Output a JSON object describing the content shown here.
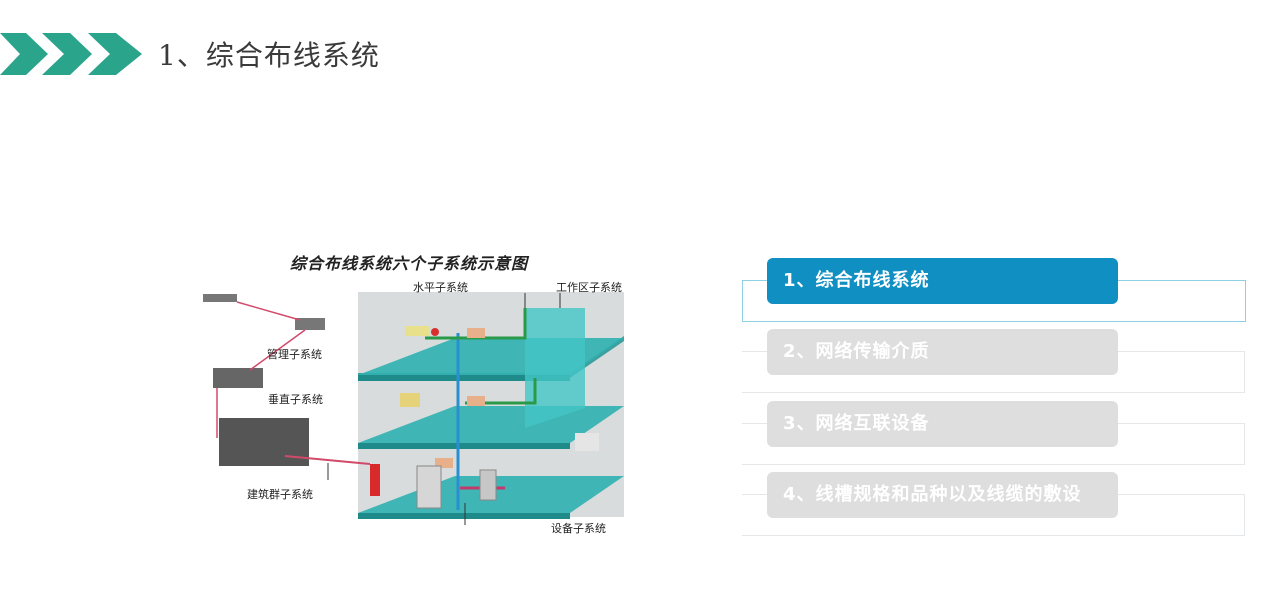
{
  "header": {
    "title": "1、综合布线系统",
    "accent_color": "#2aa48a"
  },
  "figure": {
    "title": "综合布线系统六个子系统示意图",
    "labels": {
      "horizontal": "水平子系统",
      "work_area": "工作区子系统",
      "admin": "管理子系统",
      "vertical": "垂直子系统",
      "campus": "建筑群子系统",
      "equipment": "设备子系统"
    }
  },
  "menu": {
    "active_color": "#0f8fc2",
    "inactive_color": "#dedede",
    "items": [
      {
        "label": "1、综合布线系统",
        "active": true
      },
      {
        "label": "2、网络传输介质",
        "active": false
      },
      {
        "label": "3、网络互联设备",
        "active": false
      },
      {
        "label": "4、线槽规格和品种以及线缆的敷设",
        "active": false
      }
    ]
  }
}
